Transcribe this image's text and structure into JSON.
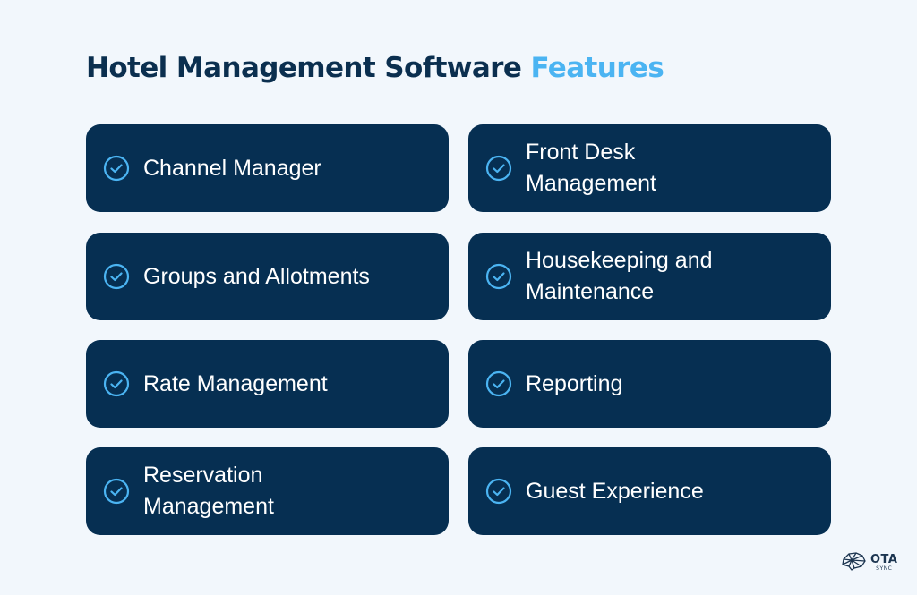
{
  "title": {
    "main": "Hotel Management Software ",
    "accent": "Features"
  },
  "colors": {
    "background": "#f2f7fc",
    "card": "#062f52",
    "title": "#0b2f4f",
    "accent": "#4bb4f2",
    "check_icon": "#4bb4f2"
  },
  "features": [
    {
      "label": "Channel Manager",
      "icon": "check-circle-icon"
    },
    {
      "label": "Front Desk Management",
      "icon": "check-circle-icon"
    },
    {
      "label": "Groups and Allotments",
      "icon": "check-circle-icon"
    },
    {
      "label": "Housekeeping and Maintenance",
      "icon": "check-circle-icon"
    },
    {
      "label": "Rate Management",
      "icon": "check-circle-icon"
    },
    {
      "label": "Reporting",
      "icon": "check-circle-icon"
    },
    {
      "label": "Reservation Management",
      "icon": "check-circle-icon"
    },
    {
      "label": "Guest Experience",
      "icon": "check-circle-icon"
    }
  ],
  "logo": {
    "name": "OTA",
    "sub": "SYNC",
    "icon": "brain-network-icon"
  }
}
